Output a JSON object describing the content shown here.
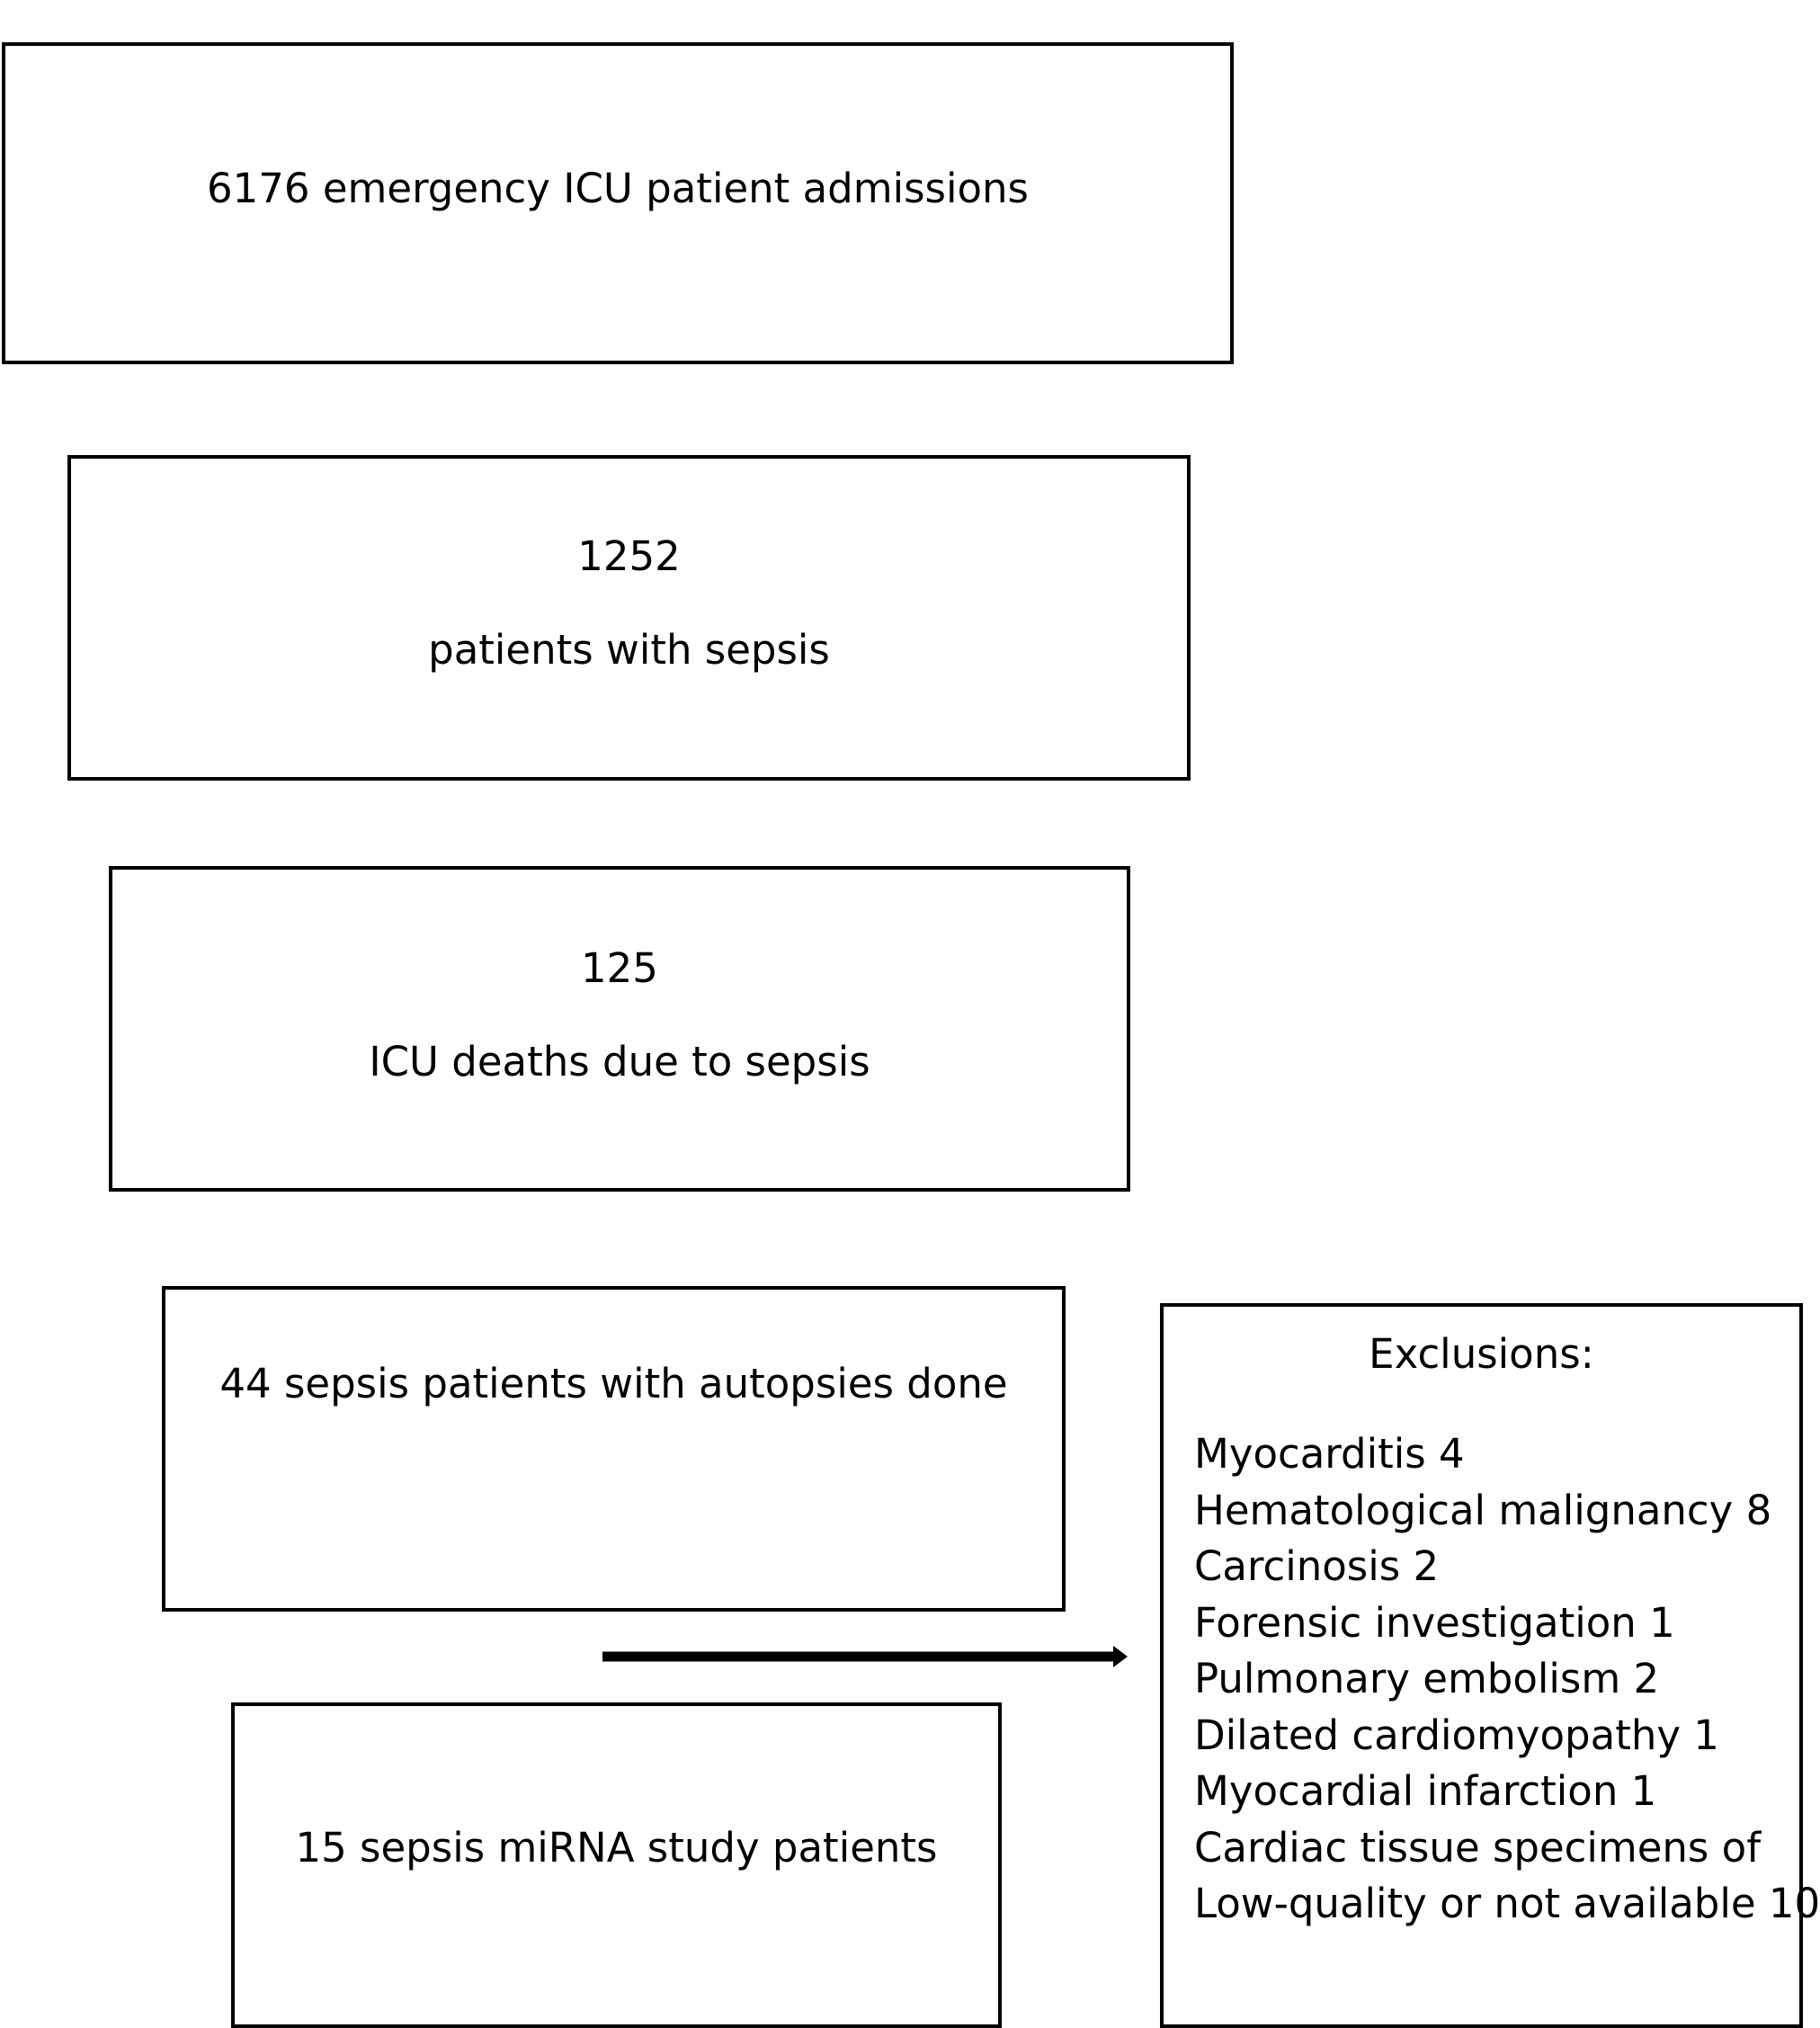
{
  "flow": {
    "admissions": {
      "text": "6176 emergency ICU patient admissions"
    },
    "sepsis": {
      "count": "1252",
      "text": "patients with sepsis"
    },
    "deaths": {
      "count": "125",
      "text": "ICU deaths due to sepsis"
    },
    "autopsies": {
      "text": "44 sepsis patients with autopsies done"
    },
    "study": {
      "text": "15 sepsis miRNA study patients"
    }
  },
  "exclusions": {
    "title": "Exclusions:",
    "items": [
      "Myocarditis 4",
      "Hematological malignancy 8",
      "Carcinosis 2",
      "Forensic investigation 1",
      "Pulmonary embolism 2",
      "Dilated cardiomyopathy 1",
      "Myocardial infarction 1",
      "Cardiac tissue specimens of",
      "Low-quality or not available 10"
    ]
  }
}
